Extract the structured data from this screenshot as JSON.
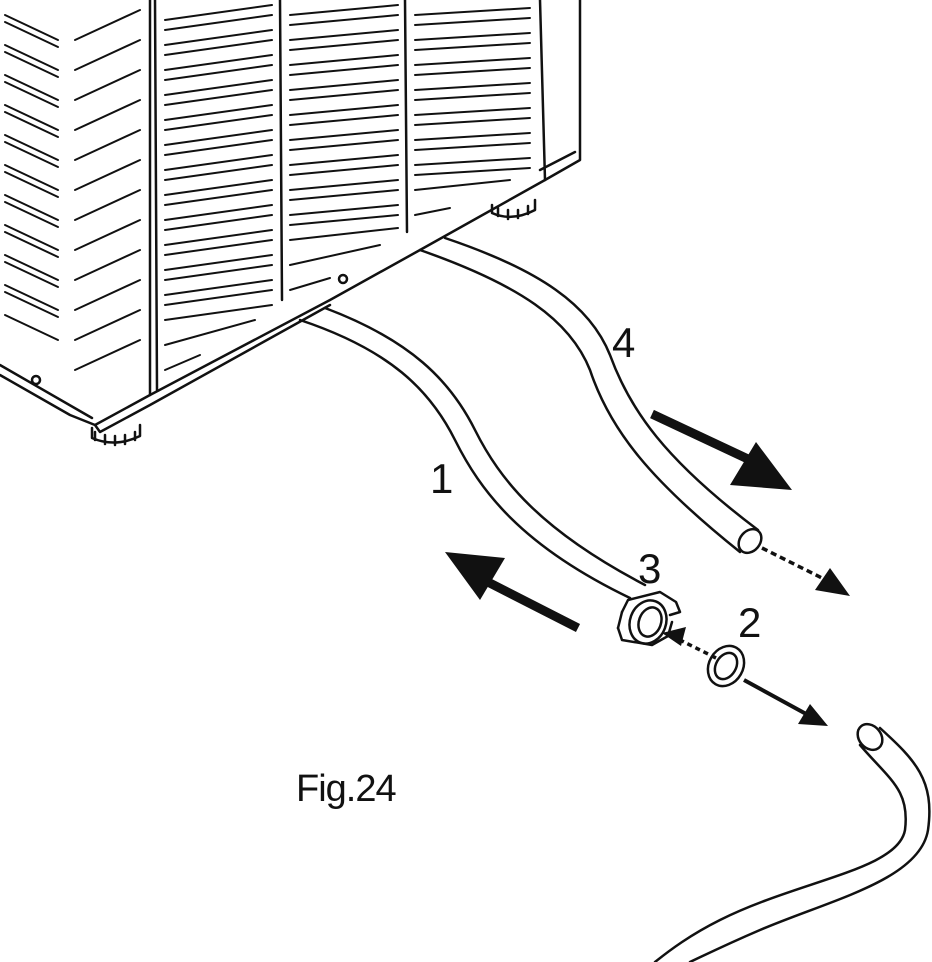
{
  "callouts": {
    "label_1": "1",
    "label_2": "2",
    "label_3": "3",
    "label_4": "4"
  },
  "caption": "Fig.24",
  "colors": {
    "line": "#111111",
    "background": "#ffffff"
  },
  "icons": [
    "arrow-left-icon",
    "arrow-right-icon",
    "dotted-arrow-icon"
  ]
}
